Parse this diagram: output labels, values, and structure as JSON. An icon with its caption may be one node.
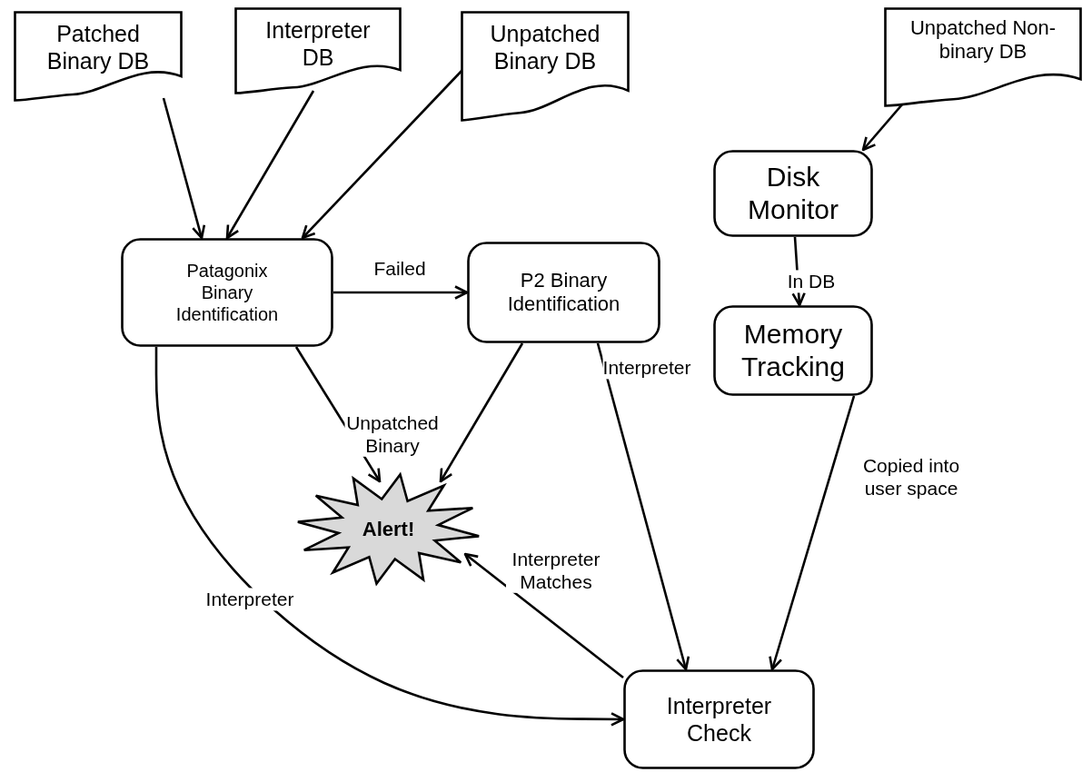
{
  "diagram": {
    "nodes": [
      {
        "text": [
          "Patched Binary DB"
        ]
      },
      {
        "text": [
          "Interpreter DB"
        ]
      },
      {
        "text": [
          "Unpatched Binary DB"
        ]
      },
      {
        "text": [
          "Unpatched Non-binary DB"
        ]
      },
      {
        "text": [
          "Patagonix Binary Identification"
        ]
      },
      {
        "text": [
          "P2 Binary Identification"
        ]
      },
      {
        "text": [
          "Disk Monitor"
        ]
      },
      {
        "text": [
          "Memory Tracking"
        ]
      },
      {
        "text": [
          "Alert!"
        ]
      },
      {
        "text": [
          "Interpreter Check"
        ]
      }
    ],
    "edges": [
      {
        "from": 0,
        "to": 4,
        "arrow": "to"
      },
      {
        "from": 1,
        "to": 4,
        "arrow": "to"
      },
      {
        "from": 2,
        "to": 4,
        "arrow": "to"
      },
      {
        "from": 3,
        "to": 6,
        "arrow": "to"
      },
      {
        "from": 4,
        "to": 5,
        "arrow": "to",
        "label": "Failed"
      },
      {
        "from": 4,
        "to": 8,
        "arrow": "to",
        "label": "Unpatched Binary"
      },
      {
        "from": 5,
        "to": 8,
        "arrow": "to"
      },
      {
        "from": 5,
        "to": 9,
        "arrow": "to",
        "label": "Interpreter"
      },
      {
        "from": 4,
        "to": 9,
        "arrow": "to",
        "label": "Interpreter"
      },
      {
        "from": 6,
        "to": 7,
        "arrow": "to",
        "label": "In DB"
      },
      {
        "from": 7,
        "to": 9,
        "arrow": "to",
        "label": "Copied into user space"
      },
      {
        "from": 9,
        "to": 8,
        "arrow": "to",
        "label": "Interpreter Matches"
      }
    ]
  }
}
